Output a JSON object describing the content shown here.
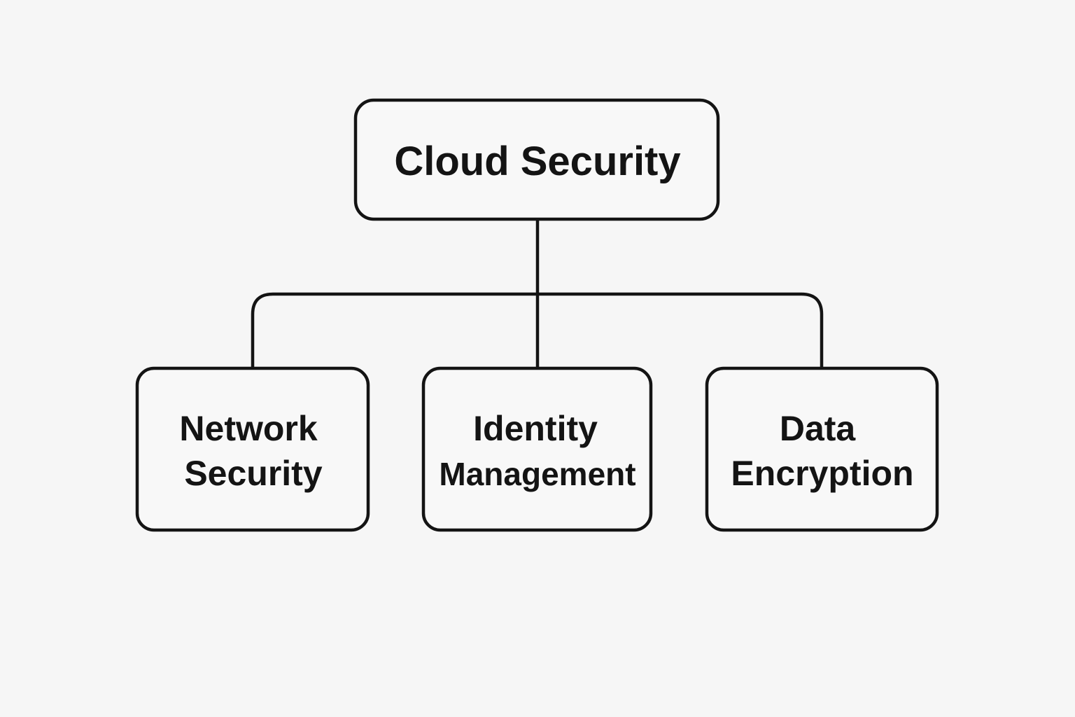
{
  "diagram": {
    "type": "hierarchy",
    "root": {
      "id": "cloud-security",
      "label": "Cloud Security"
    },
    "children": [
      {
        "id": "network-security",
        "lines": [
          "Network",
          "Security"
        ]
      },
      {
        "id": "identity-management",
        "lines": [
          "Identity",
          "Management"
        ]
      },
      {
        "id": "data-encryption",
        "lines": [
          "Data",
          "Encryption"
        ]
      }
    ],
    "edges": [
      {
        "from": "cloud-security",
        "to": "network-security"
      },
      {
        "from": "cloud-security",
        "to": "identity-management"
      },
      {
        "from": "cloud-security",
        "to": "data-encryption"
      }
    ],
    "colors": {
      "background": "#f6f6f6",
      "stroke": "#141414",
      "text": "#141414"
    }
  }
}
